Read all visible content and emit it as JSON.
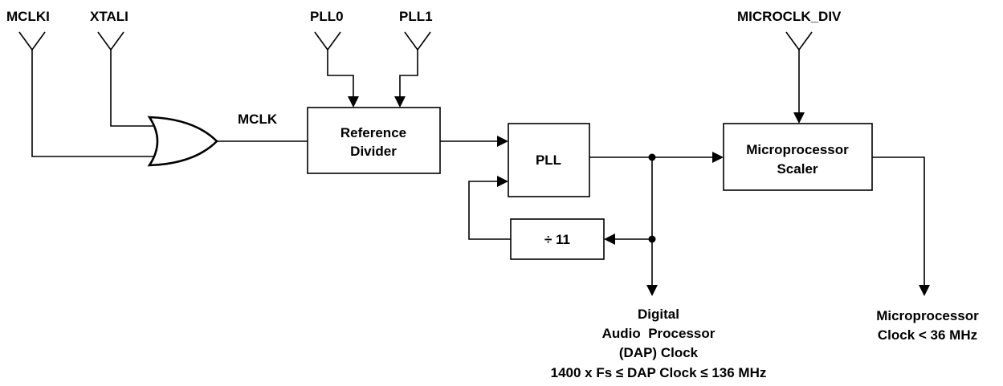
{
  "inputs": {
    "mclki": "MCLKI",
    "xtali": "XTALI",
    "pll0": "PLL0",
    "pll1": "PLL1",
    "microclk_div": "MICROCLK_DIV"
  },
  "signals": {
    "mclk": "MCLK"
  },
  "blocks": {
    "reference_divider": [
      "Reference",
      "Divider"
    ],
    "pll": "PLL",
    "divide": "÷ 11",
    "micro_scaler": [
      "Microprocessor",
      "Scaler"
    ]
  },
  "outputs": {
    "dap_clock": [
      "Digital",
      "Audio  Processor",
      "(DAP) Clock",
      "1400 x Fs ≤ DAP Clock ≤ 136 MHz"
    ],
    "micro_clock": [
      "Microprocessor",
      "Clock < 36 MHz"
    ]
  }
}
